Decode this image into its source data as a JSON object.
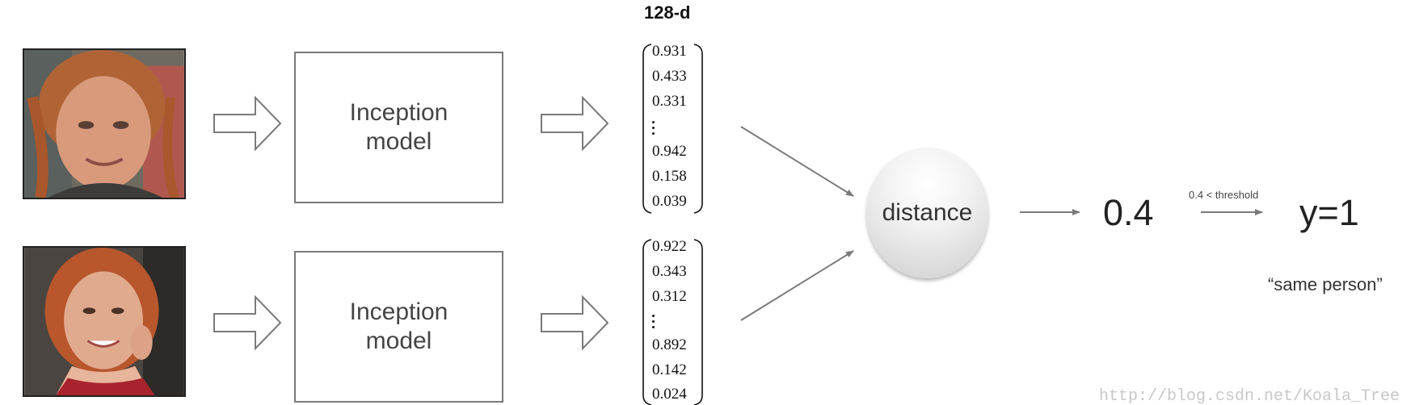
{
  "header": {
    "dim_label": "128-d"
  },
  "rows": [
    {
      "model_label_line1": "Inception",
      "model_label_line2": "model",
      "embedding": [
        "0.931",
        "0.433",
        "0.331",
        "0.942",
        "0.158",
        "0.039"
      ]
    },
    {
      "model_label_line1": "Inception",
      "model_label_line2": "model",
      "embedding": [
        "0.922",
        "0.343",
        "0.312",
        "0.892",
        "0.142",
        "0.024"
      ]
    }
  ],
  "comparison": {
    "node_label": "distance",
    "distance_value": "0.4",
    "threshold_label": "0.4 < threshold",
    "output_label": "y=1",
    "caption": "“same person”"
  },
  "watermark": "http://blog.csdn.net/Koala_Tree",
  "colors": {
    "arrow_stroke": "#7a7a7a",
    "box_stroke": "#7a7a7a",
    "photo_border": "#222222",
    "node_fill": "#d9d9d9"
  }
}
